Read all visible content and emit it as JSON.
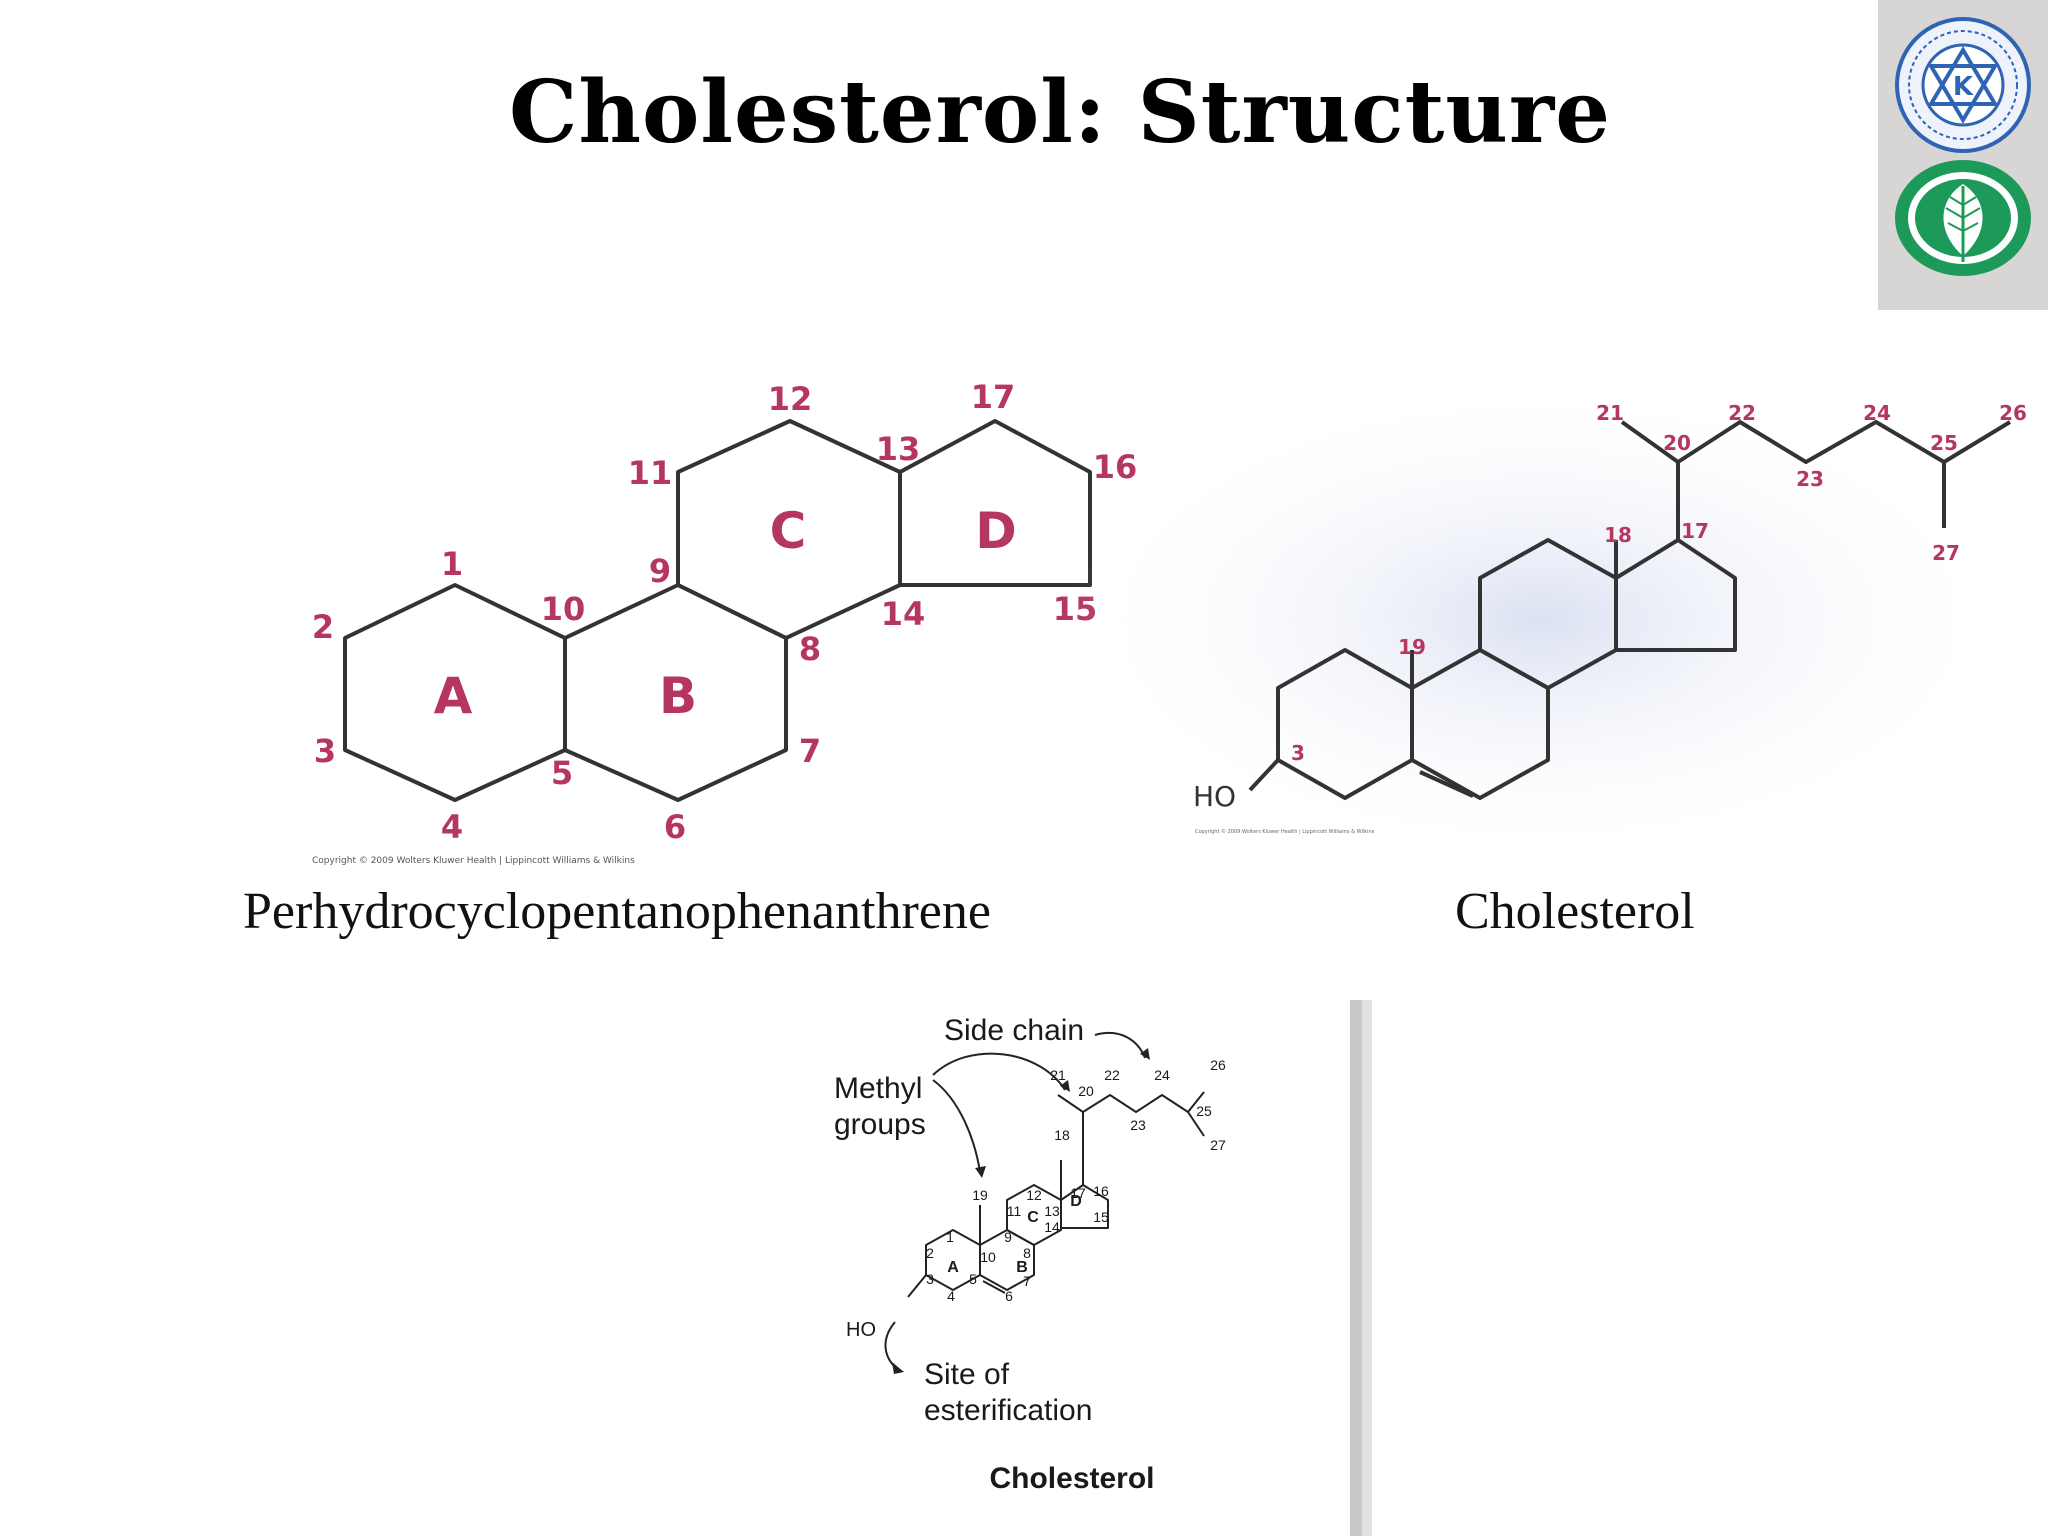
{
  "slide": {
    "title": "Cholesterol: Structure",
    "caption_left": "Perhydrocyclopentanophenanthrene",
    "caption_right": "Cholesterol"
  },
  "figure1": {
    "copyright": "Copyright © 2009 Wolters Kluwer Health | Lippincott Williams & Wilkins",
    "ring_labels": [
      "A",
      "B",
      "C",
      "D"
    ],
    "atom_numbers": [
      "1",
      "2",
      "3",
      "4",
      "5",
      "6",
      "7",
      "8",
      "9",
      "10",
      "11",
      "12",
      "13",
      "14",
      "15",
      "16",
      "17"
    ]
  },
  "figure2": {
    "copyright": "Copyright © 2009 Wolters Kluwer Health | Lippincott Williams & Wilkins",
    "hydroxyl": "HO",
    "atom_numbers": [
      "3",
      "17",
      "18",
      "19",
      "20",
      "21",
      "22",
      "23",
      "24",
      "25",
      "26",
      "27"
    ]
  },
  "figure3": {
    "title": "Cholesterol",
    "side_chain": "Side chain",
    "methyl_line1": "Methyl",
    "methyl_line2": "groups",
    "ester_line1": "Site of",
    "ester_line2": "esterification",
    "hydroxyl": "HO",
    "ring_labels": [
      "A",
      "B",
      "C",
      "D"
    ],
    "atom_numbers": [
      "1",
      "2",
      "3",
      "4",
      "5",
      "6",
      "7",
      "8",
      "9",
      "10",
      "11",
      "12",
      "13",
      "14",
      "15",
      "16",
      "17",
      "18",
      "19",
      "20",
      "21",
      "22",
      "23",
      "24",
      "25",
      "26",
      "27"
    ]
  },
  "colors": {
    "label": "#b5375f",
    "logo_blue": "#2f64b4",
    "logo_green": "#1d9a5a"
  },
  "logos": {
    "top": "institution-seal",
    "bottom": "leaf-emblem"
  }
}
